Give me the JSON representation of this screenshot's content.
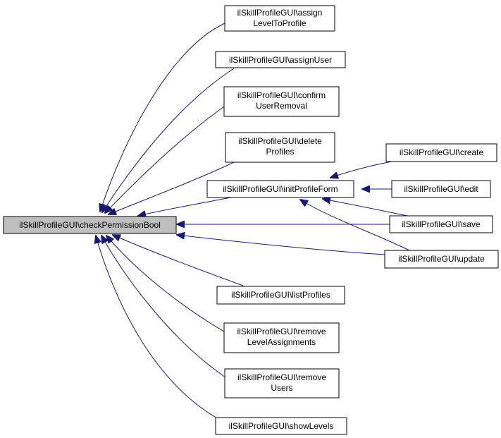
{
  "diagram": {
    "nodes": {
      "checkPermissionBool": [
        "ilSkillProfileGUI\\checkPermissionBool"
      ],
      "assignLevelToProfile": [
        "ilSkillProfileGUI\\assign",
        "LevelToProfile"
      ],
      "assignUser": [
        "ilSkillProfileGUI\\assignUser"
      ],
      "confirmUserRemoval": [
        "ilSkillProfileGUI\\confirm",
        "UserRemoval"
      ],
      "deleteProfiles": [
        "ilSkillProfileGUI\\delete",
        "Profiles"
      ],
      "initProfileForm": [
        "ilSkillProfileGUI\\initProfileForm"
      ],
      "listProfiles": [
        "ilSkillProfileGUI\\listProfiles"
      ],
      "removeLevelAssignments": [
        "ilSkillProfileGUI\\remove",
        "LevelAssignments"
      ],
      "removeUsers": [
        "ilSkillProfileGUI\\remove",
        "Users"
      ],
      "showLevels": [
        "ilSkillProfileGUI\\showLevels"
      ],
      "create": [
        "ilSkillProfileGUI\\create"
      ],
      "edit": [
        "ilSkillProfileGUI\\edit"
      ],
      "save": [
        "ilSkillProfileGUI\\save"
      ],
      "update": [
        "ilSkillProfileGUI\\update"
      ]
    },
    "edges": [
      {
        "from": "assignLevelToProfile",
        "to": "checkPermissionBool"
      },
      {
        "from": "assignUser",
        "to": "checkPermissionBool"
      },
      {
        "from": "confirmUserRemoval",
        "to": "checkPermissionBool"
      },
      {
        "from": "deleteProfiles",
        "to": "checkPermissionBool"
      },
      {
        "from": "initProfileForm",
        "to": "checkPermissionBool"
      },
      {
        "from": "save",
        "to": "checkPermissionBool"
      },
      {
        "from": "update",
        "to": "checkPermissionBool"
      },
      {
        "from": "listProfiles",
        "to": "checkPermissionBool"
      },
      {
        "from": "removeLevelAssignments",
        "to": "checkPermissionBool"
      },
      {
        "from": "removeUsers",
        "to": "checkPermissionBool"
      },
      {
        "from": "showLevels",
        "to": "checkPermissionBool"
      },
      {
        "from": "create",
        "to": "initProfileForm"
      },
      {
        "from": "edit",
        "to": "initProfileForm"
      },
      {
        "from": "save",
        "to": "initProfileForm"
      },
      {
        "from": "update",
        "to": "initProfileForm"
      }
    ],
    "colors": {
      "edge": "#191970",
      "root_fill": "#bfbfbf",
      "node_fill": "#ffffff",
      "border": "#000000"
    }
  }
}
